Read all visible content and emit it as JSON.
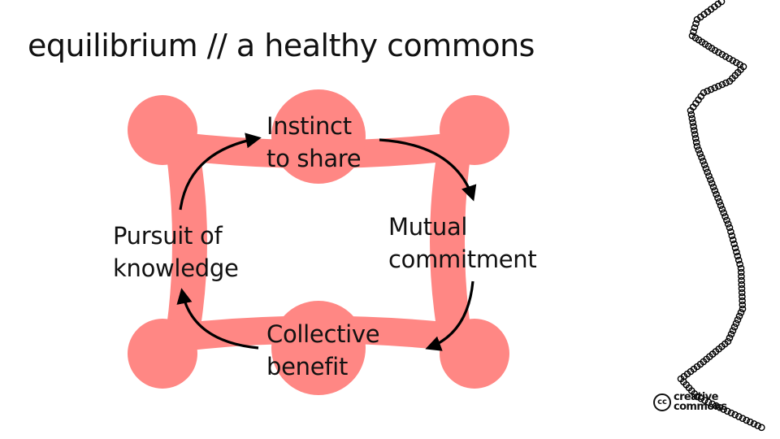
{
  "slide": {
    "title": "equilibrium // a healthy commons"
  },
  "diagram": {
    "nodes": [
      {
        "id": "instinct",
        "lines": [
          "Instinct",
          "to share"
        ]
      },
      {
        "id": "mutual",
        "lines": [
          "Mutual",
          "commitment"
        ]
      },
      {
        "id": "collective",
        "lines": [
          "Collective",
          "benefit"
        ]
      },
      {
        "id": "pursuit",
        "lines": [
          "Pursuit of",
          "knowledge"
        ]
      }
    ],
    "cycle": [
      "Instinct to share",
      "Mutual commitment",
      "Collective benefit",
      "Pursuit of knowledge"
    ],
    "shape_color": "#FF8784",
    "arrow_color": "#000000"
  },
  "branding": {
    "logo_badge": "cc",
    "logo_line1": "creative",
    "logo_line2": "commons"
  },
  "decoration": {
    "chain_color": "#000000"
  }
}
